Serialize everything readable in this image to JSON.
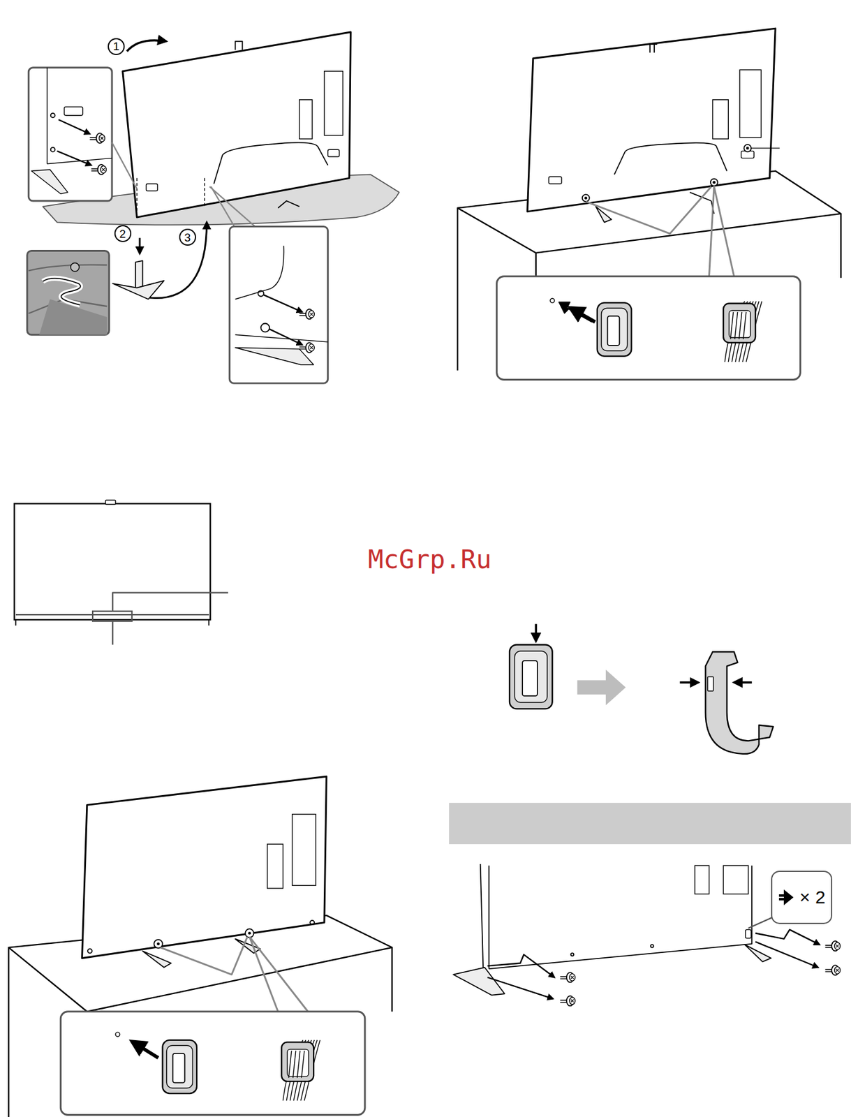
{
  "diagram": {
    "nodes": [
      {
        "text": [
          "1"
        ]
      },
      {
        "text": [
          "2"
        ]
      },
      {
        "text": [
          "3"
        ]
      },
      {
        "text": [
          "× 2"
        ]
      }
    ],
    "labels": [
      "McGrp.Ru"
    ]
  }
}
